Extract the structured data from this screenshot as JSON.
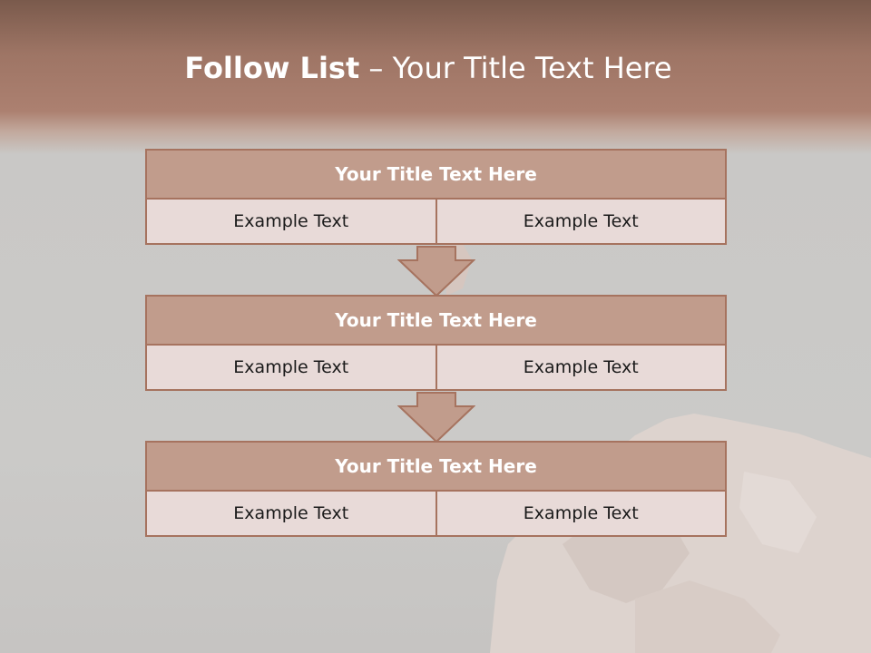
{
  "title": {
    "bold": "Follow List",
    "rest": "– Your Title Text Here"
  },
  "blocks": [
    {
      "heading": "Your Title Text Here",
      "left": "Example Text",
      "right": "Example Text"
    },
    {
      "heading": "Your Title Text Here",
      "left": "Example Text",
      "right": "Example Text"
    },
    {
      "heading": "Your Title Text Here",
      "left": "Example Text",
      "right": "Example Text"
    }
  ],
  "colors": {
    "header_band": "#ac8070",
    "block_fill": "#c19c8c",
    "block_border": "#a6735f",
    "cell_fill": "#e8dad8"
  }
}
